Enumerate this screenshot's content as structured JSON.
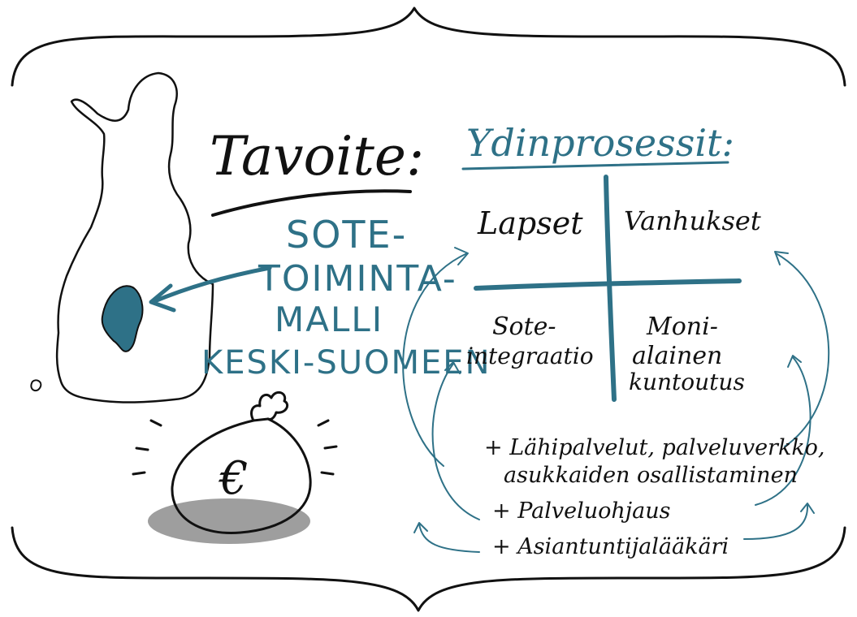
{
  "title": "Tavoite:",
  "goal": {
    "lines": [
      "SOTE-",
      "TOIMINTA-",
      "MALLI",
      "KESKI-SUOMEEN"
    ]
  },
  "core": {
    "heading": "Ydinprosessit:",
    "quadrants": {
      "top_left": "Lapset",
      "top_right": "Vanhukset",
      "bottom_left": [
        "Sote-",
        "integraatio"
      ],
      "bottom_right": [
        "Moni-",
        "alainen",
        "kuntoutus"
      ]
    }
  },
  "extras": [
    "+ Lähipalvelut, palveluverkko,",
    "asukkaiden osallistaminen",
    "+ Palveluohjaus",
    "+ Asiantuntijalääkäri"
  ],
  "money_symbol": "€",
  "colors": {
    "ink": "#111111",
    "accent": "#2e7187",
    "shadow": "#9e9e9e"
  },
  "icons": [
    "finland-map-icon",
    "money-bag-icon",
    "arrow-icon",
    "brace-icon"
  ]
}
